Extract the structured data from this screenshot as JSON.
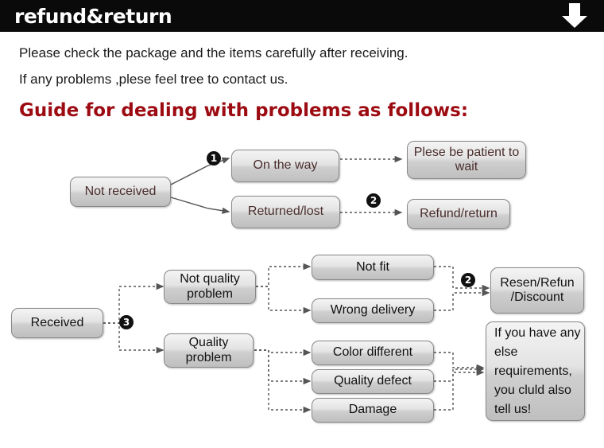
{
  "header": {
    "title": "refund&return",
    "arrow_icon": "down-arrow-icon"
  },
  "intro": {
    "line1": "Please check the package and the items carefully after receiving.",
    "line2": "If any problems ,plese feel tree to contact us.",
    "guide_heading": "Guide for dealing with problems as follows:"
  },
  "colors": {
    "header_bg": "#0a0a0a",
    "header_text": "#ffffff",
    "guide_text": "#9d0b12",
    "node_text": "#4b2d2d",
    "node_border": "#888888"
  },
  "flow_top": {
    "start": "Not received",
    "branch_on_the_way": "On the way",
    "branch_returned_lost": "Returned/lost",
    "result_wait": "Plese be patient to wait",
    "result_refund": "Refund/return",
    "steps": {
      "one": "1",
      "two": "2"
    }
  },
  "flow_bottom": {
    "start": "Received",
    "step_three": "3",
    "step_two": "2",
    "not_quality": "Not quality problem",
    "quality": "Quality problem",
    "items": {
      "not_fit": "Not fit",
      "wrong_delivery": "Wrong delivery",
      "color_different": "Color different",
      "quality_defect": "Quality defect",
      "damage": "Damage"
    },
    "result_resend": "Resen/Refun /Discount",
    "result_other": "If you have any else requirements, you cluld also tell us!"
  }
}
